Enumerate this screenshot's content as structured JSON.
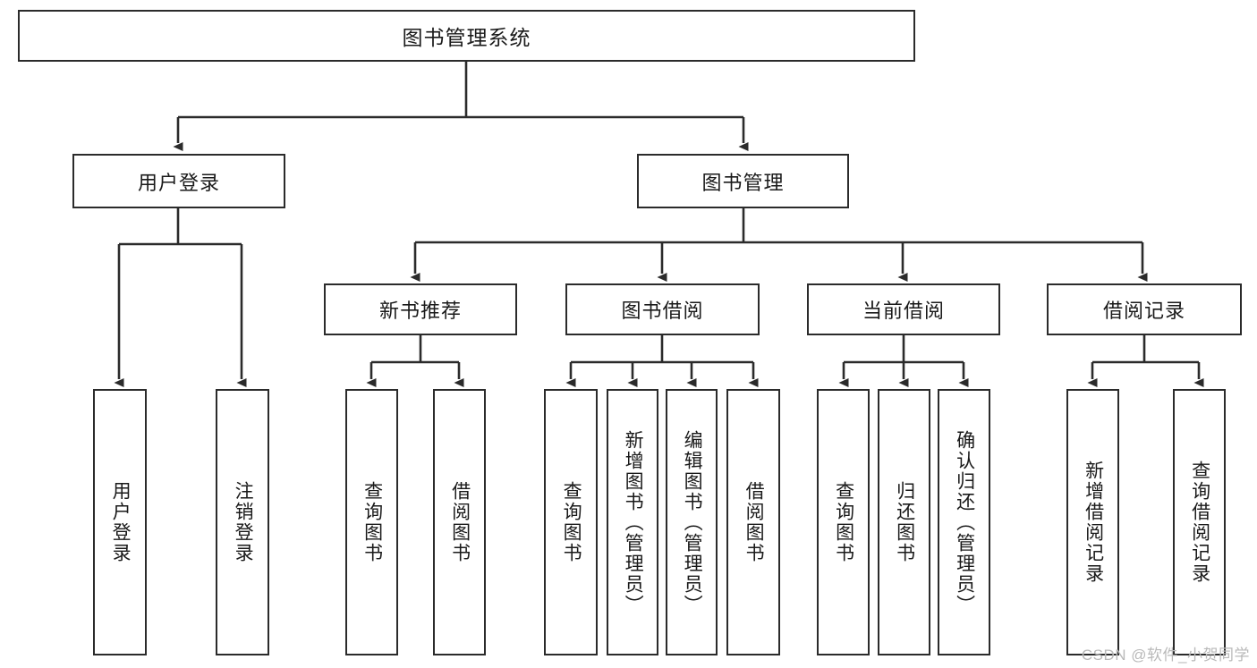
{
  "diagram": {
    "type": "tree-hierarchy",
    "title": "图书管理系统",
    "watermark": "CSDN @软件_小贺同学",
    "colors": {
      "stroke": "#2b2b2b",
      "fill": "#ffffff",
      "text": "#1a1a1a",
      "watermark": "#b9b9b9"
    },
    "levels": {
      "root": {
        "label": "图书管理系统"
      },
      "level2": [
        {
          "label": "用户登录"
        },
        {
          "label": "图书管理"
        }
      ],
      "level3": [
        {
          "label": "新书推荐"
        },
        {
          "label": "图书借阅"
        },
        {
          "label": "当前借阅"
        },
        {
          "label": "借阅记录"
        }
      ],
      "leaves": [
        {
          "label": "用户登录",
          "parent": "用户登录"
        },
        {
          "label": "注销登录",
          "parent": "用户登录"
        },
        {
          "label": "查询图书",
          "parent": "新书推荐"
        },
        {
          "label": "借阅图书",
          "parent": "新书推荐"
        },
        {
          "label": "查询图书",
          "parent": "图书借阅"
        },
        {
          "label": "新增图书（管理员）",
          "parent": "图书借阅"
        },
        {
          "label": "编辑图书（管理员）",
          "parent": "图书借阅"
        },
        {
          "label": "借阅图书",
          "parent": "图书借阅"
        },
        {
          "label": "查询图书",
          "parent": "当前借阅"
        },
        {
          "label": "归还图书",
          "parent": "当前借阅"
        },
        {
          "label": "确认归还（管理员）",
          "parent": "当前借阅"
        },
        {
          "label": "新增借阅记录",
          "parent": "借阅记录"
        },
        {
          "label": "查询借阅记录",
          "parent": "借阅记录"
        }
      ]
    }
  }
}
